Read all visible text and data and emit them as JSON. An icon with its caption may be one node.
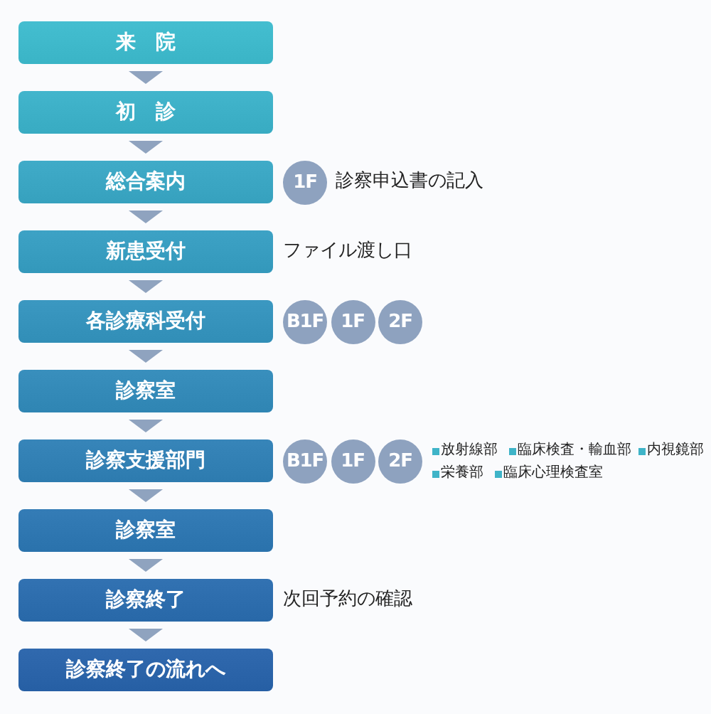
{
  "diagram": {
    "nodes": [
      {
        "text": [
          "来　院"
        ]
      },
      {
        "text": [
          "初　診"
        ]
      },
      {
        "text": [
          "総合案内"
        ]
      },
      {
        "text": [
          "1F"
        ],
        "beside": [
          "診察申込書の記入"
        ]
      },
      {
        "text": [
          "新患受付"
        ],
        "beside": [
          "ファイル渡し口"
        ]
      },
      {
        "text": [
          "各診療科受付"
        ]
      },
      {
        "text": [
          "B1F"
        ]
      },
      {
        "text": [
          "1F"
        ]
      },
      {
        "text": [
          "2F"
        ]
      },
      {
        "text": [
          "診察室"
        ]
      },
      {
        "text": [
          "診察支援部門"
        ]
      },
      {
        "text": [
          "B1F"
        ]
      },
      {
        "text": [
          "1F"
        ]
      },
      {
        "text": [
          "2F"
        ]
      },
      {
        "text": [
          "診察室"
        ]
      },
      {
        "text": [
          "診察終了"
        ],
        "beside": [
          "次回予約の確認"
        ]
      },
      {
        "text": [
          "診察終了の流れへ"
        ]
      }
    ],
    "edges": [
      {
        "from": 0,
        "to": 1,
        "arrow": "to"
      },
      {
        "from": 1,
        "to": 2,
        "arrow": "to"
      },
      {
        "from": 2,
        "to": 4,
        "arrow": "to"
      },
      {
        "from": 4,
        "to": 5,
        "arrow": "to"
      },
      {
        "from": 5,
        "to": 9,
        "arrow": "to"
      },
      {
        "from": 9,
        "to": 10,
        "arrow": "to"
      },
      {
        "from": 10,
        "to": 14,
        "arrow": "to"
      },
      {
        "from": 14,
        "to": 15,
        "arrow": "to"
      },
      {
        "from": 15,
        "to": 16,
        "arrow": "to"
      }
    ],
    "labels": [
      "放射線部",
      "臨床検査・輸血部",
      "内視鏡部",
      "栄養部",
      "臨床心理検査室"
    ]
  }
}
